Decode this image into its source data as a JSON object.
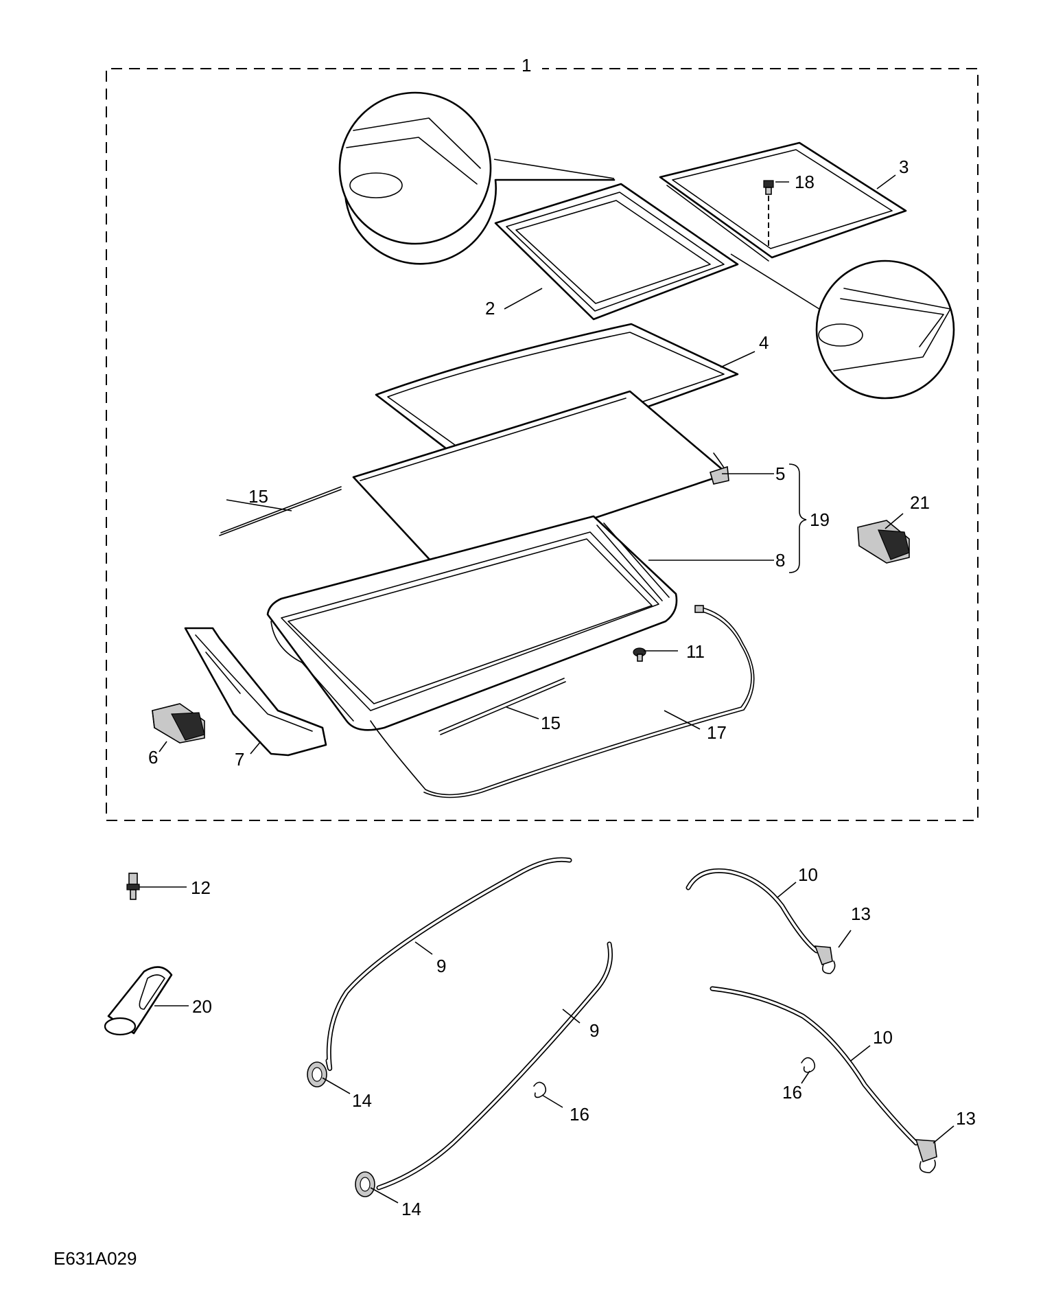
{
  "diagram": {
    "reference_code": "E631A029",
    "callouts": [
      {
        "id": "kit-1",
        "label": "1"
      },
      {
        "id": "glass-2",
        "label": "2"
      },
      {
        "id": "panel-3",
        "label": "3"
      },
      {
        "id": "glass-4",
        "label": "4"
      },
      {
        "id": "blind-5",
        "label": "5"
      },
      {
        "id": "motor-6",
        "label": "6"
      },
      {
        "id": "deflector-7",
        "label": "7"
      },
      {
        "id": "frame-8",
        "label": "8"
      },
      {
        "id": "drain-tube-9a",
        "label": "9"
      },
      {
        "id": "drain-tube-9b",
        "label": "9"
      },
      {
        "id": "drain-tube-10a",
        "label": "10"
      },
      {
        "id": "drain-tube-10b",
        "label": "10"
      },
      {
        "id": "clip-11",
        "label": "11"
      },
      {
        "id": "bolt-12",
        "label": "12"
      },
      {
        "id": "connector-13a",
        "label": "13"
      },
      {
        "id": "connector-13b",
        "label": "13"
      },
      {
        "id": "grommet-14a",
        "label": "14"
      },
      {
        "id": "grommet-14b",
        "label": "14"
      },
      {
        "id": "trim-strip-15a",
        "label": "15"
      },
      {
        "id": "trim-strip-15b",
        "label": "15"
      },
      {
        "id": "clip-16a",
        "label": "16"
      },
      {
        "id": "clip-16b",
        "label": "16"
      },
      {
        "id": "harness-17",
        "label": "17"
      },
      {
        "id": "screw-18",
        "label": "18"
      },
      {
        "id": "assembly-19",
        "label": "19"
      },
      {
        "id": "tube-end-20",
        "label": "20"
      },
      {
        "id": "motor-21",
        "label": "21"
      }
    ]
  }
}
